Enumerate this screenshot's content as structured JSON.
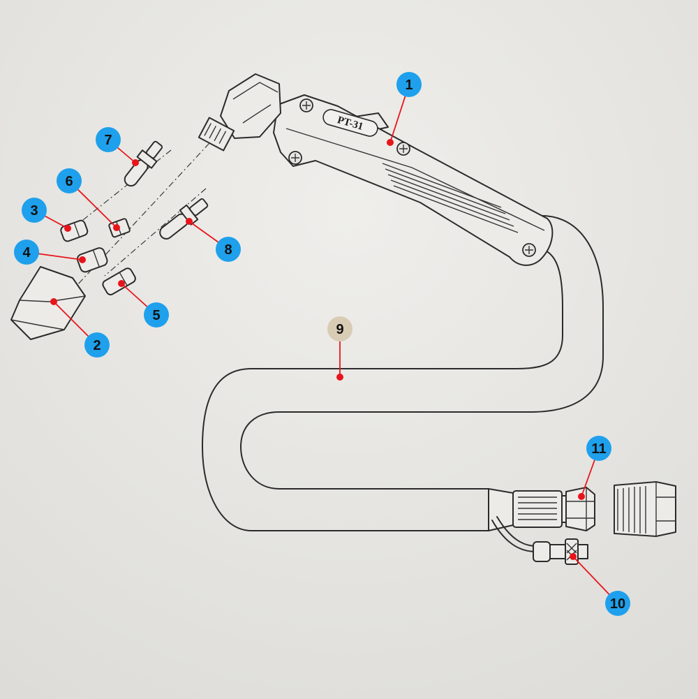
{
  "torch": {
    "model_label": "PT-31"
  },
  "colors": {
    "marker_badge": "#1ea0ec",
    "marker_badge_highlight": "#d8ccb4",
    "leader_line": "#e8141b",
    "paper": "#e9e8e5",
    "ink": "#2b2b2b"
  },
  "markers": [
    {
      "id": "1",
      "label": "1",
      "target": "torch-handle",
      "style": "blue"
    },
    {
      "id": "2",
      "label": "2",
      "target": "shield-cup",
      "style": "blue"
    },
    {
      "id": "3",
      "label": "3",
      "target": "nozzle-tip",
      "style": "blue"
    },
    {
      "id": "4",
      "label": "4",
      "target": "swirl-ring",
      "style": "blue"
    },
    {
      "id": "5",
      "label": "5",
      "target": "consumable-part-5",
      "style": "blue"
    },
    {
      "id": "6",
      "label": "6",
      "target": "consumable-part-6",
      "style": "blue"
    },
    {
      "id": "7",
      "label": "7",
      "target": "electrode-upper",
      "style": "blue"
    },
    {
      "id": "8",
      "label": "8",
      "target": "electrode-lower",
      "style": "blue"
    },
    {
      "id": "9",
      "label": "9",
      "target": "torch-cable",
      "style": "beige"
    },
    {
      "id": "10",
      "label": "10",
      "target": "pilot-arc-connector",
      "style": "blue"
    },
    {
      "id": "11",
      "label": "11",
      "target": "power-cable-nut",
      "style": "blue"
    }
  ]
}
